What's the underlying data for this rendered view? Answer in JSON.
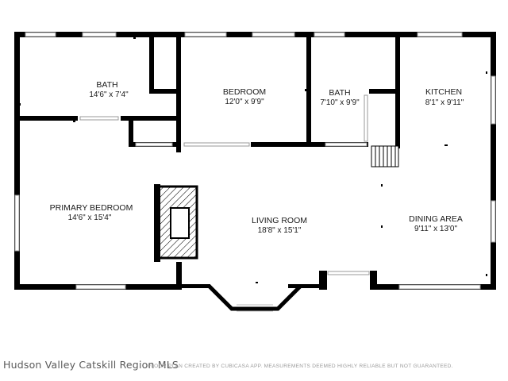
{
  "rooms": {
    "bath1": {
      "name": "BATH",
      "dims": "14'6\" x 7'4\""
    },
    "bedroom": {
      "name": "BEDROOM",
      "dims": "12'0\" x 9'9\""
    },
    "bath2": {
      "name": "BATH",
      "dims": "7'10\" x 9'9\""
    },
    "kitchen": {
      "name": "KITCHEN",
      "dims": "8'1\" x 9'11\""
    },
    "primary_bedroom": {
      "name": "PRIMARY BEDROOM",
      "dims": "14'6\" x 15'4\""
    },
    "living_room": {
      "name": "LIVING ROOM",
      "dims": "18'8\" x 15'1\""
    },
    "dining_area": {
      "name": "DINING AREA",
      "dims": "9'11\" x 13'0\""
    }
  },
  "footer": {
    "brand": "Hudson Valley Catskill Region MLS",
    "note": "FLOOR PLAN CREATED BY CUBICASA APP. MEASUREMENTS DEEMED HIGHLY RELIABLE BUT NOT GUARANTEED."
  },
  "colors": {
    "wall": "#000000",
    "window": "#9a9a9a",
    "background": "#ffffff"
  }
}
